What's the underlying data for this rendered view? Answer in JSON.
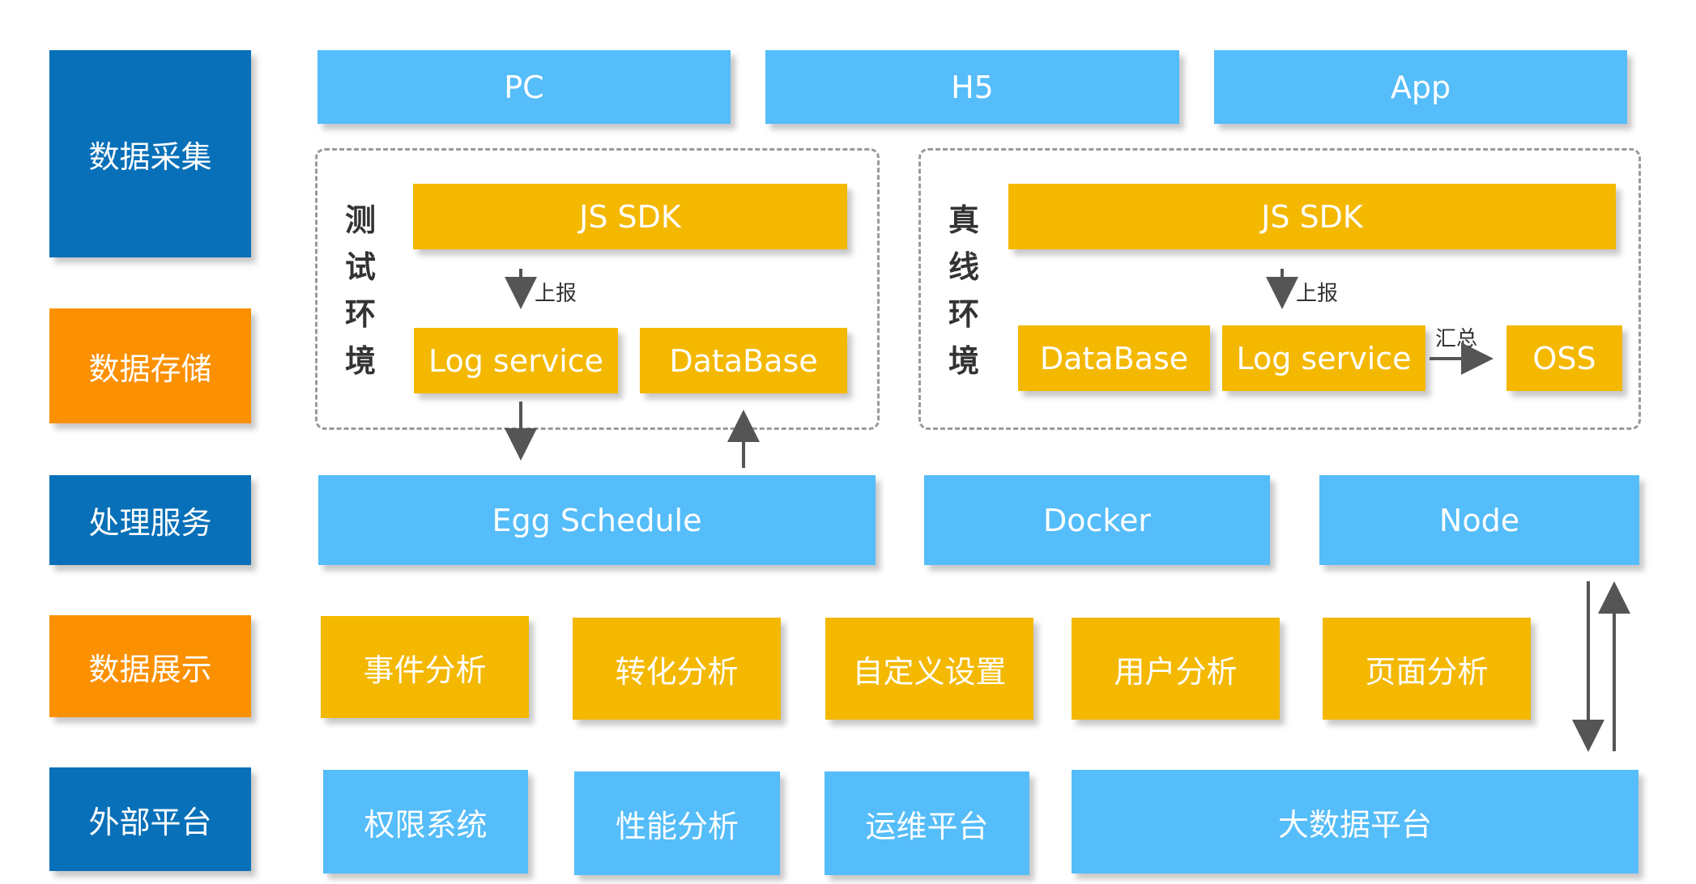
{
  "row_labels": {
    "collect": "数据采集",
    "store": "数据存储",
    "process": "处理服务",
    "display": "数据展示",
    "external": "外部平台"
  },
  "clients": {
    "pc": "PC",
    "h5": "H5",
    "app": "App"
  },
  "test_env": {
    "title_chars": [
      "测",
      "试",
      "环",
      "境"
    ],
    "sdk": "JS SDK",
    "report_label": "上报",
    "log_service": "Log service",
    "database": "DataBase"
  },
  "live_env": {
    "title_chars": [
      "真",
      "线",
      "环",
      "境"
    ],
    "sdk": "JS SDK",
    "report_label": "上报",
    "database": "DataBase",
    "log_service": "Log service",
    "aggregate_label": "汇总",
    "oss": "OSS"
  },
  "services": {
    "egg": "Egg Schedule",
    "docker": "Docker",
    "node": "Node"
  },
  "display_items": [
    "事件分析",
    "转化分析",
    "自定义设置",
    "用户分析",
    "页面分析"
  ],
  "external_items": [
    "权限系统",
    "性能分析",
    "运维平台",
    "大数据平台"
  ],
  "colors": {
    "dark_blue": "#0870b8",
    "orange": "#fb9000",
    "light_blue": "#55bdf9",
    "yellow": "#f4b800",
    "arrow": "#555555"
  }
}
